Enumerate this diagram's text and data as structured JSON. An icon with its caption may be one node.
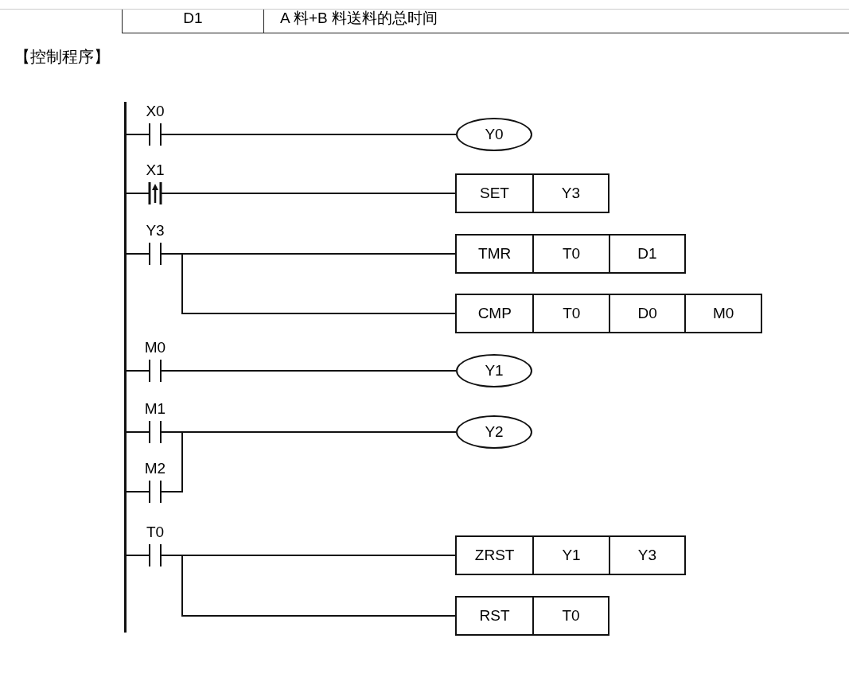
{
  "diagram": {
    "title": "【控制程序】",
    "nodes": [
      {
        "text": [],
        "shape": "bar"
      },
      {
        "text": [
          "X0"
        ]
      },
      {
        "text": [
          "Y0"
        ]
      },
      {
        "text": [
          "X1"
        ]
      },
      {
        "text": [
          "SET",
          "Y3"
        ]
      },
      {
        "text": [
          "Y3"
        ]
      },
      {
        "text": [
          "TMR",
          "T0",
          "D1"
        ]
      },
      {
        "text": [
          "CMP",
          "T0",
          "D0",
          "M0"
        ]
      },
      {
        "text": [
          "M0"
        ]
      },
      {
        "text": [
          "Y1"
        ]
      },
      {
        "text": [
          "M1"
        ]
      },
      {
        "text": [
          "Y2"
        ]
      },
      {
        "text": [
          "M2"
        ]
      },
      {
        "text": [
          "T0"
        ]
      },
      {
        "text": [
          "ZRST",
          "Y1",
          "Y3"
        ]
      },
      {
        "text": [
          "RST",
          "T0"
        ]
      }
    ],
    "edges": [
      {
        "from": 0,
        "to": 1,
        "arrow": "none"
      },
      {
        "from": 1,
        "to": 2,
        "arrow": "none"
      },
      {
        "from": 0,
        "to": 3,
        "arrow": "none"
      },
      {
        "from": 3,
        "to": 4,
        "arrow": "none"
      },
      {
        "from": 0,
        "to": 5,
        "arrow": "none"
      },
      {
        "from": 5,
        "to": 6,
        "arrow": "none"
      },
      {
        "from": 5,
        "to": 7,
        "arrow": "none"
      },
      {
        "from": 0,
        "to": 8,
        "arrow": "none"
      },
      {
        "from": 8,
        "to": 9,
        "arrow": "none"
      },
      {
        "from": 0,
        "to": 10,
        "arrow": "none"
      },
      {
        "from": 10,
        "to": 11,
        "arrow": "none"
      },
      {
        "from": 0,
        "to": 12,
        "arrow": "none"
      },
      {
        "from": 12,
        "to": 11,
        "arrow": "none"
      },
      {
        "from": 0,
        "to": 13,
        "arrow": "none"
      },
      {
        "from": 13,
        "to": 14,
        "arrow": "none"
      },
      {
        "from": 13,
        "to": 15,
        "arrow": "none"
      }
    ],
    "labels": [
      "D1",
      "A 料+B 料送料的总时间"
    ]
  }
}
